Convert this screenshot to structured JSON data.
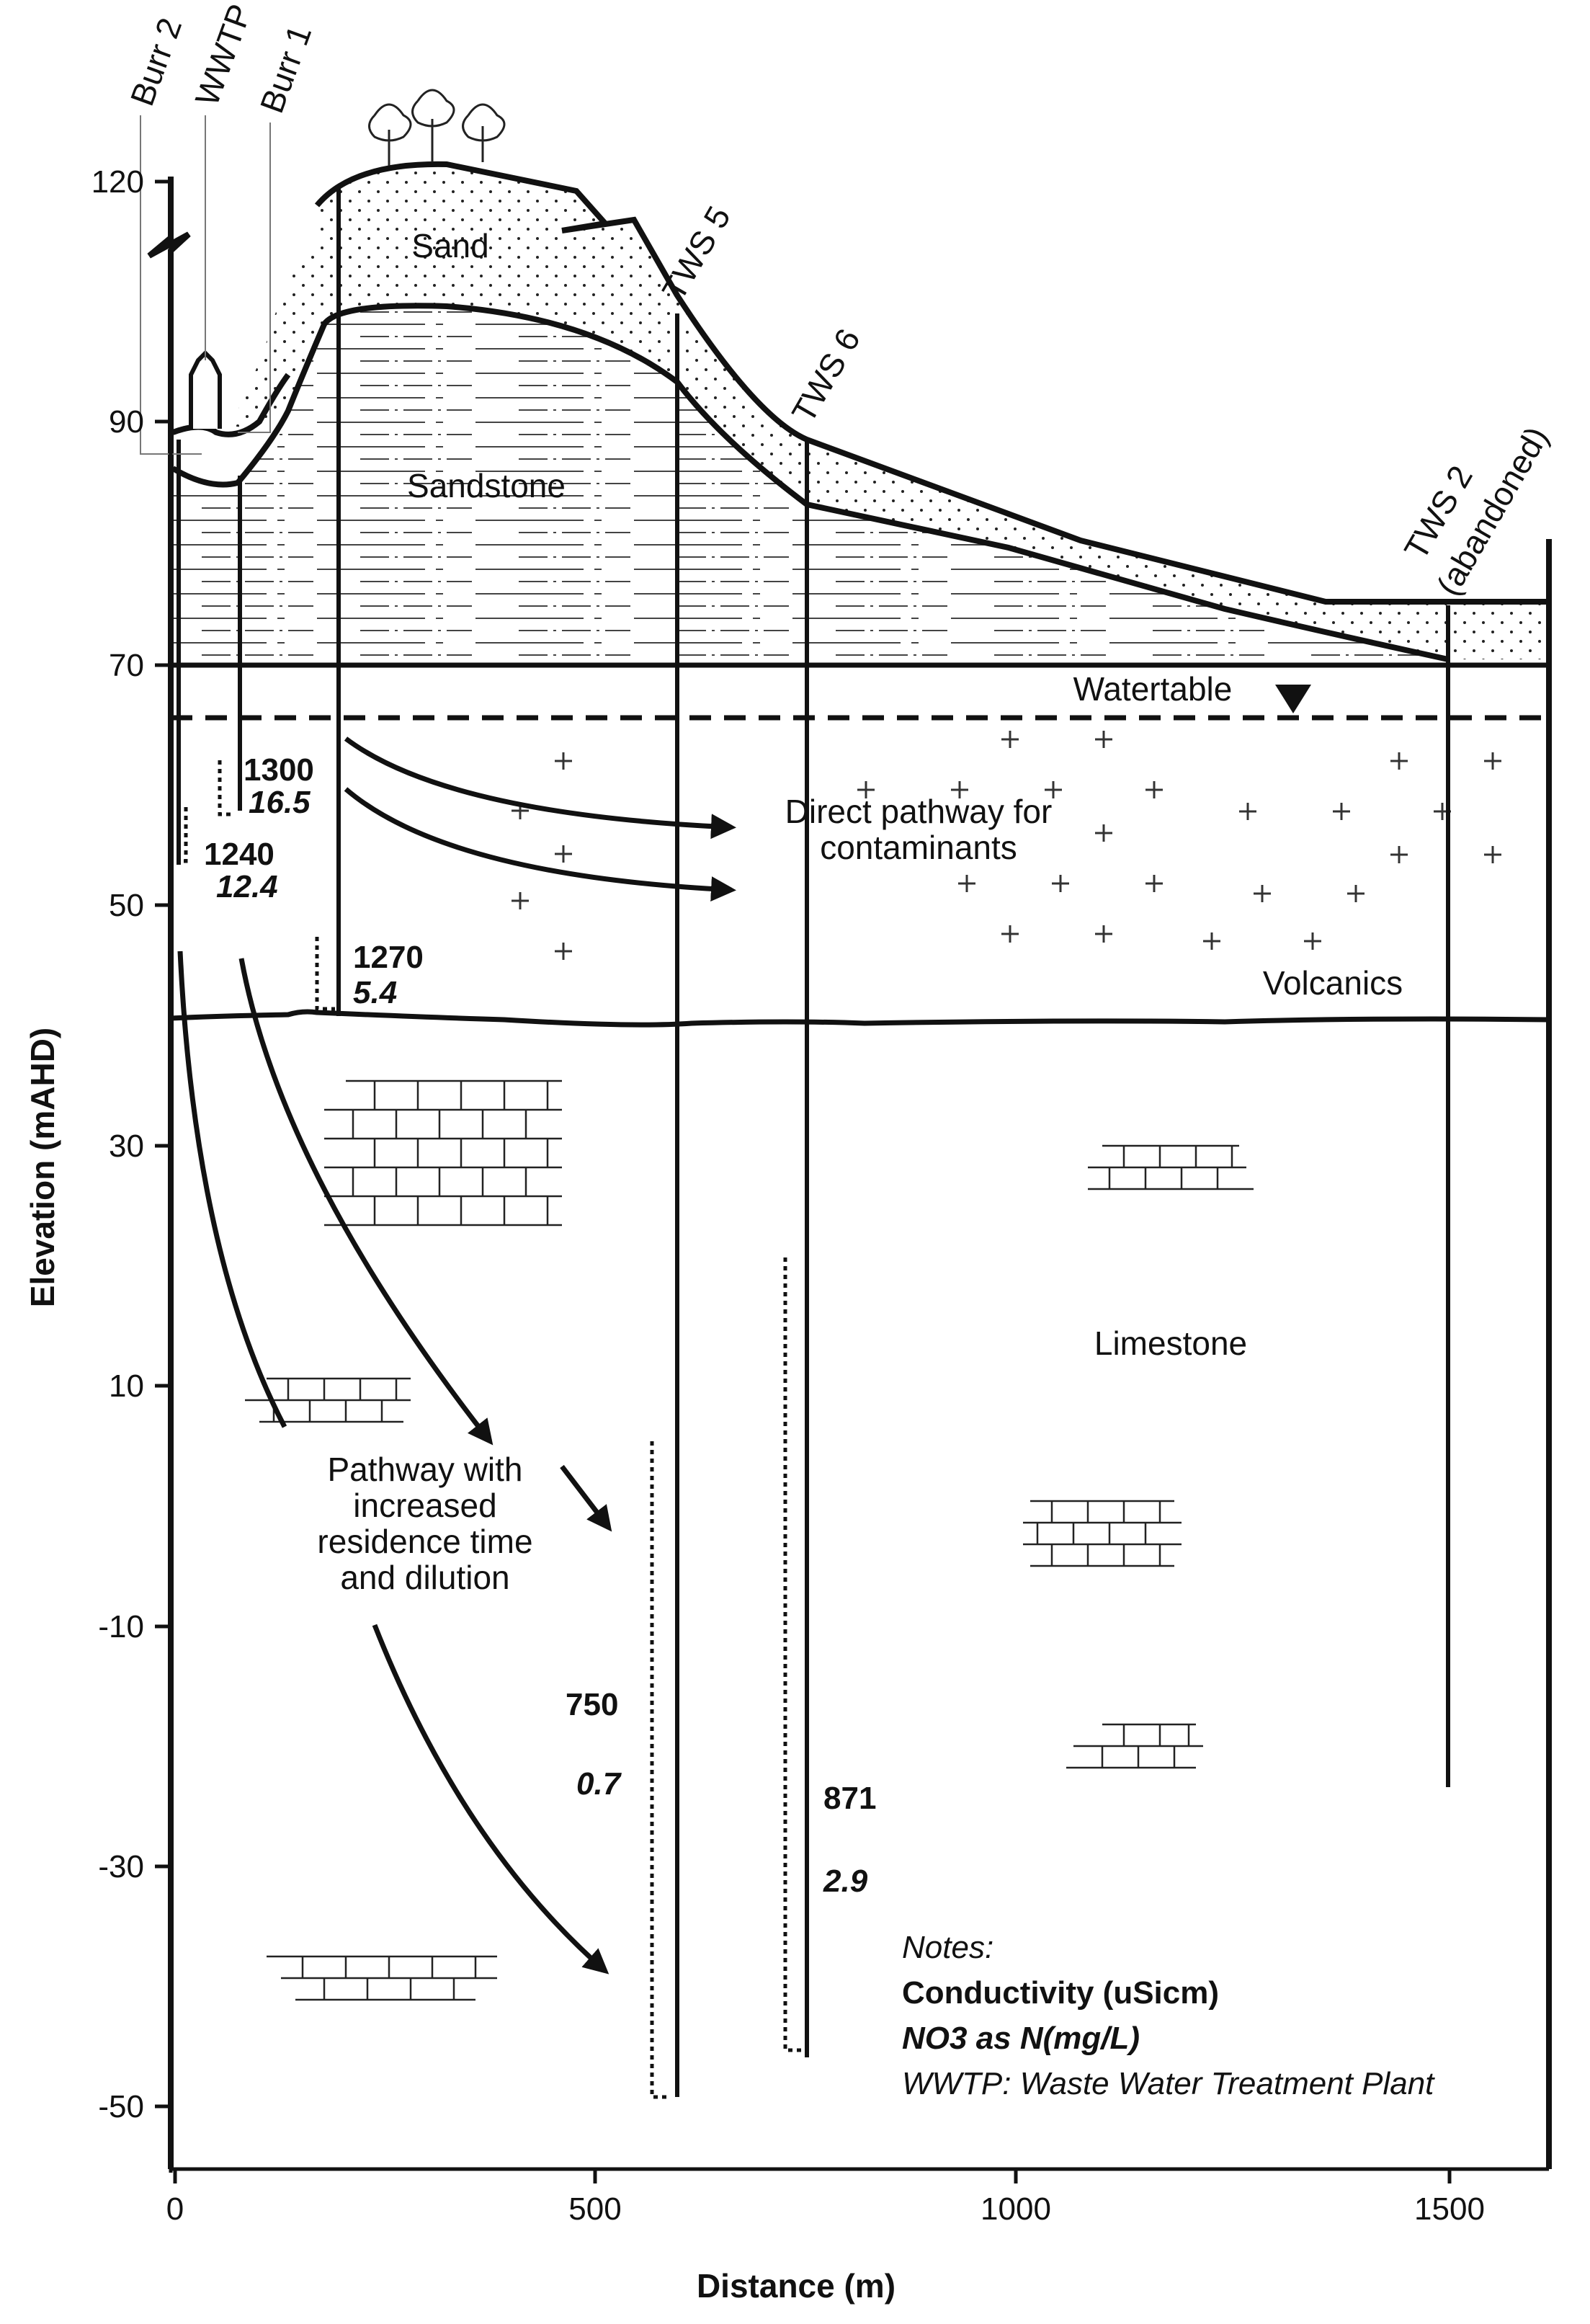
{
  "axes": {
    "x_title": "Distance (m)",
    "y_title": "Elevation (mAHD)",
    "x_ticks": [
      "0",
      "500",
      "1000",
      "1500"
    ],
    "y_ticks": [
      "120",
      "90",
      "70",
      "50",
      "30",
      "10",
      "-10",
      "-30",
      "-50"
    ]
  },
  "wells": {
    "burr2": "Burr 2",
    "wwtp": "WWTP",
    "burr1": "Burr 1",
    "tws5": "TWS 5",
    "tws6": "TWS 6",
    "tws2_line1": "TWS 2",
    "tws2_line2": "(abandoned)"
  },
  "layers": {
    "sand": "Sand",
    "sandstone": "Sandstone",
    "volcanics": "Volcanics",
    "limestone": "Limestone",
    "watertable": "Watertable"
  },
  "pathways": {
    "direct_line1": "Direct pathway for",
    "direct_line2": "contaminants",
    "slow_line1": "Pathway with",
    "slow_line2": "increased",
    "slow_line3": "residence time",
    "slow_line4": "and dilution"
  },
  "readings": {
    "r1_cond": "1300",
    "r1_no3": "16.5",
    "r2_cond": "1240",
    "r2_no3": "12.4",
    "r3_cond": "1270",
    "r3_no3": "5.4",
    "r4_cond": "750",
    "r4_no3": "0.7",
    "r5_cond": "871",
    "r5_no3": "2.9"
  },
  "notes": {
    "heading": "Notes:",
    "conductivity": "Conductivity (uSicm)",
    "no3": "NO3 as N(mg/L)",
    "wwtp": "WWTP: Waste Water Treatment Plant"
  }
}
